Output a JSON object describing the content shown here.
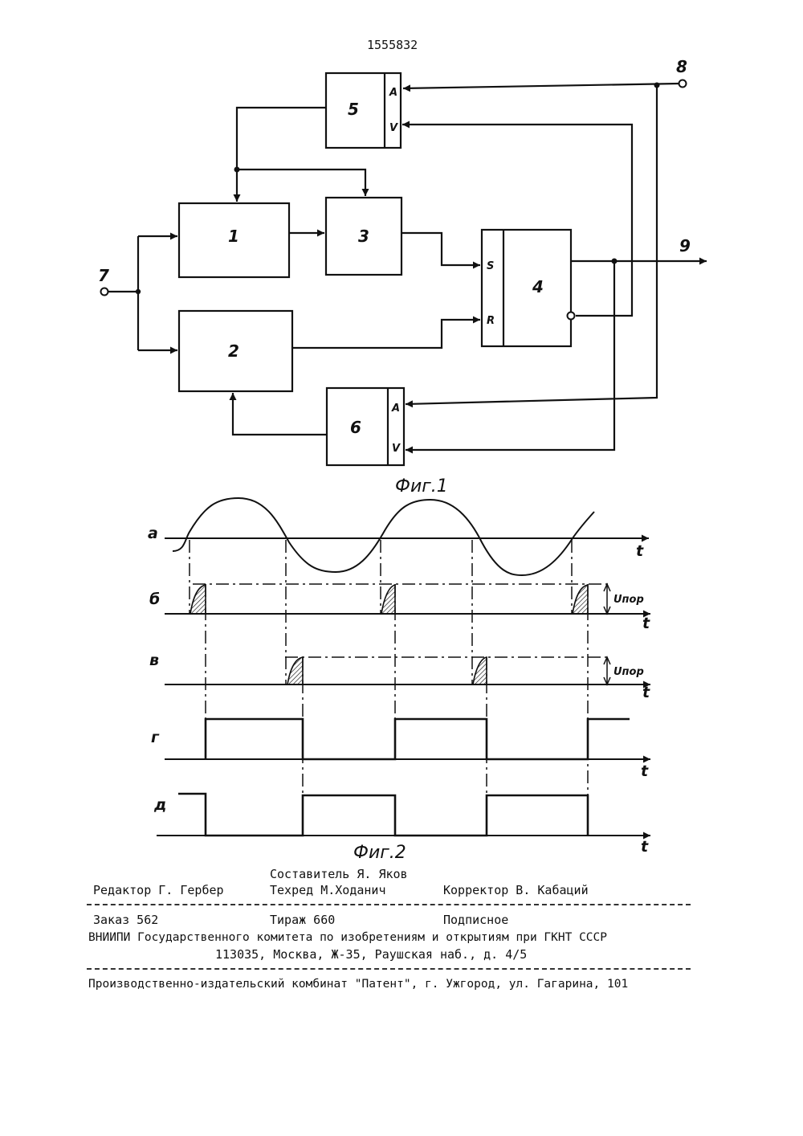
{
  "patent_number": "1555832",
  "figure1": {
    "caption": "Фиг.1",
    "blocks": [
      {
        "id": "1",
        "label": "1"
      },
      {
        "id": "2",
        "label": "2"
      },
      {
        "id": "3",
        "label": "3"
      },
      {
        "id": "4",
        "label": "4",
        "pins": [
          "S",
          "R"
        ]
      },
      {
        "id": "5",
        "label": "5",
        "pins": [
          "A",
          "V"
        ]
      },
      {
        "id": "6",
        "label": "6",
        "pins": [
          "A",
          "V"
        ]
      }
    ],
    "terminals": {
      "input": "7",
      "control": "8",
      "output": "9"
    }
  },
  "figure2": {
    "caption": "Фиг.2",
    "axis_label": "t",
    "threshold_label": "Uпор",
    "waveforms": [
      {
        "label": "а"
      },
      {
        "label": "б"
      },
      {
        "label": "в"
      },
      {
        "label": "г"
      },
      {
        "label": "д"
      }
    ]
  },
  "imprint": {
    "composer": "Составитель Я. Яков",
    "editor": "Редактор Г. Гербер",
    "techred": "Техред М.Ходанич",
    "corrector": "Корректор В. Кабаций",
    "order": "Заказ 562",
    "circulation": "Тираж 660",
    "subscription": "Подписное",
    "institute": "ВНИИПИ Государственного комитета по изобретениям и открытиям при ГКНТ СССР",
    "address": "113035, Москва, Ж-35, Раушская наб., д. 4/5",
    "printer": "Производственно-издательский комбинат \"Патент\", г. Ужгород, ул. Гагарина, 101"
  }
}
